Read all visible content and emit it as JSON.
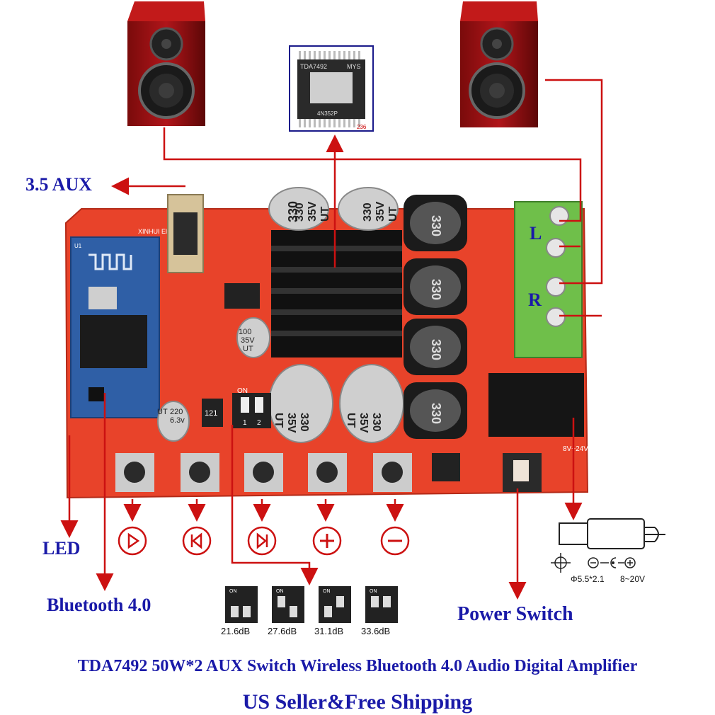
{
  "chip": {
    "marking": "TDA7492",
    "suffix": "MYS",
    "code": "4N352P",
    "pin": "236"
  },
  "board": {
    "silkscreen": "XINHUI Electronic",
    "module_id": "U1",
    "res_code": "121",
    "voltage_mark": "8V~24V"
  },
  "capacitors": {
    "large": {
      "line1": "330",
      "line2": "35V",
      "line3": "UT"
    },
    "medium": {
      "line1": "100",
      "line2": "35V",
      "line3": "UT"
    },
    "small": {
      "line1": "220",
      "line2": "6.3v",
      "line3": "UT"
    }
  },
  "inductors": {
    "value": "330"
  },
  "dip": {
    "on": "ON",
    "n1": "1",
    "n2": "2"
  },
  "labels": {
    "aux": "3.5 AUX",
    "left": "L",
    "right": "R",
    "led": "LED",
    "bluetooth": "Bluetooth 4.0",
    "power_switch": "Power Switch"
  },
  "buttons": [
    {
      "icon": "play-icon"
    },
    {
      "icon": "previous-icon"
    },
    {
      "icon": "next-icon"
    },
    {
      "icon": "volume-up-icon"
    },
    {
      "icon": "volume-down-icon"
    }
  ],
  "gain_settings": [
    {
      "on": "ON",
      "value": "21.6dB"
    },
    {
      "on": "ON",
      "value": "27.6dB"
    },
    {
      "on": "ON",
      "value": "31.1dB"
    },
    {
      "on": "ON",
      "value": "33.6dB"
    }
  ],
  "plug": {
    "spec": "Φ5.5*2.1",
    "range": "8~20V"
  },
  "footer": {
    "title": "TDA7492 50W*2 AUX Switch Wireless Bluetooth 4.0 Audio Digital Amplifier",
    "subtitle": "US Seller&Free Shipping"
  },
  "colors": {
    "arrow": "#cc1111",
    "label": "#1a1aa8",
    "board": "#e8432a",
    "terminal": "#6fbf4a"
  }
}
